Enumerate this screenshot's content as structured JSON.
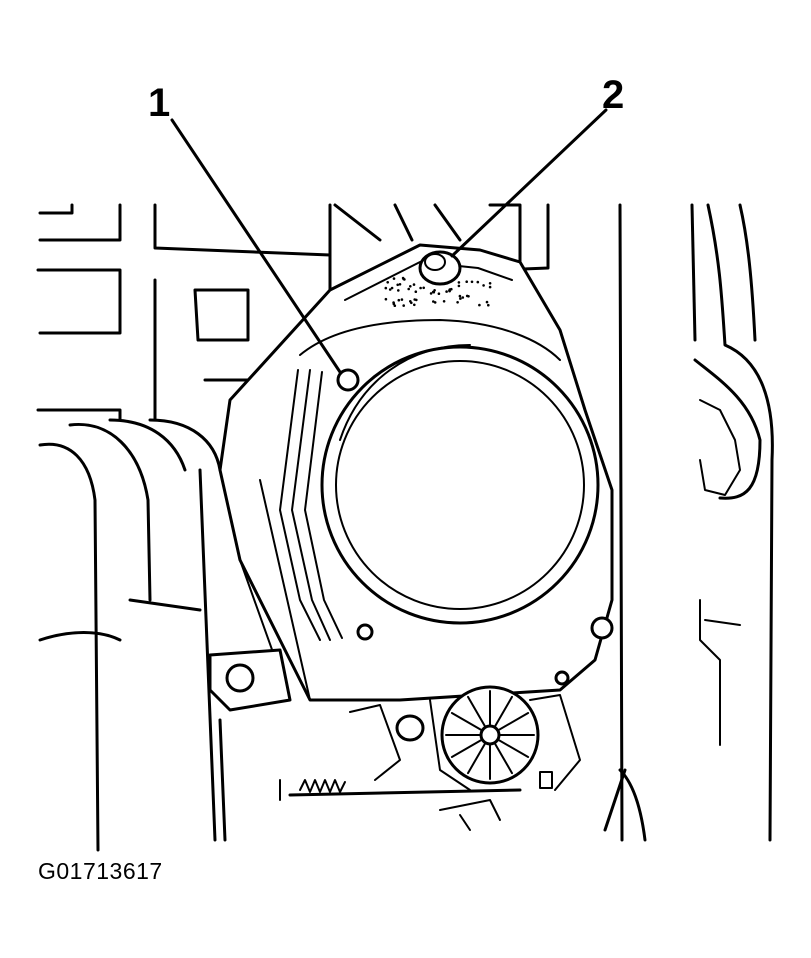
{
  "callouts": [
    {
      "id": "1",
      "label": "1"
    },
    {
      "id": "2",
      "label": "2"
    }
  ],
  "figure_id": "G01713617",
  "colors": {
    "ink": "#000000",
    "paper": "#ffffff"
  }
}
